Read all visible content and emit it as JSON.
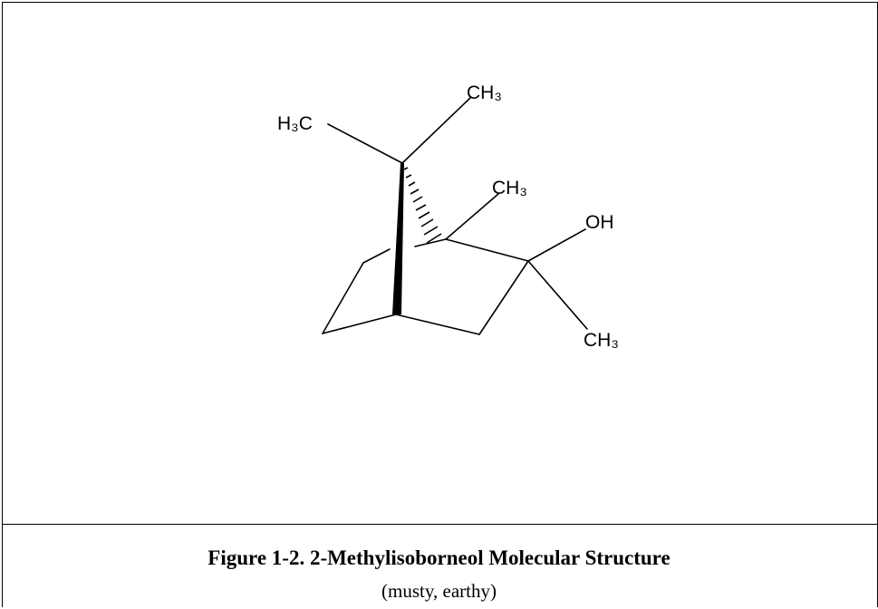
{
  "figure": {
    "caption_title": "Figure 1-2.  2-Methylisoborneol Molecular Structure",
    "caption_subtitle": "(musty, earthy)"
  },
  "molecule": {
    "labels": {
      "h3c_top_left": "H₃C",
      "ch3_top_right": "CH₃",
      "ch3_middle": "CH₃",
      "oh": "OH",
      "ch3_bottom_right": "CH₃"
    },
    "stroke_color": "#000000"
  }
}
